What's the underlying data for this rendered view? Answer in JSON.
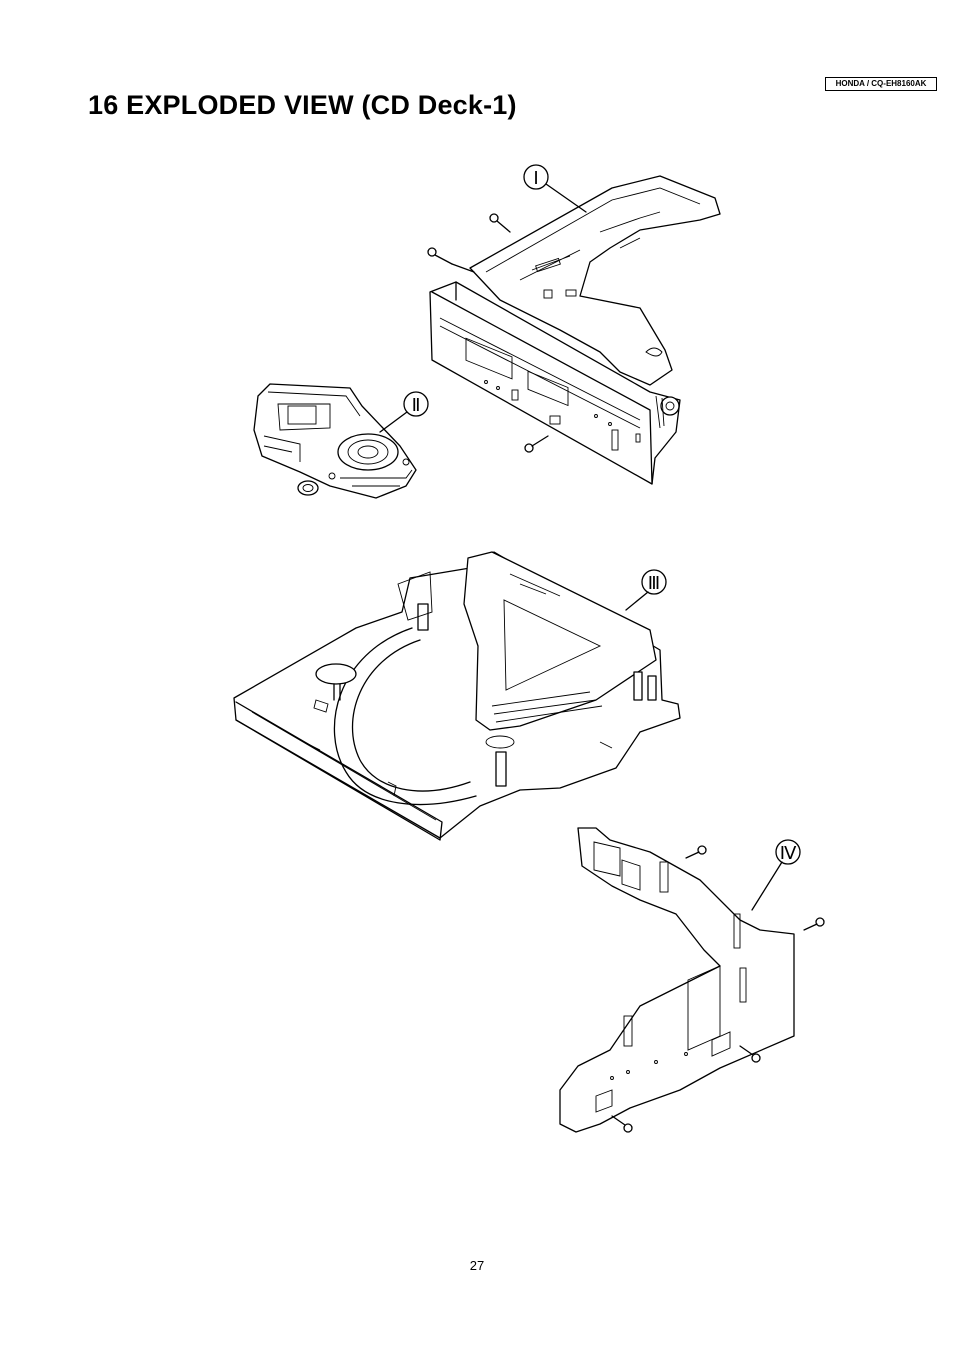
{
  "header": {
    "model_tag": "HONDA / CQ-EH8160AK",
    "title": "16 EXPLODED VIEW (CD Deck-1)"
  },
  "diagram": {
    "callouts": [
      {
        "id": "I",
        "label": "Ⅰ"
      },
      {
        "id": "II",
        "label": "Ⅱ"
      },
      {
        "id": "III",
        "label": "Ⅲ"
      },
      {
        "id": "IV",
        "label": "Ⅳ"
      }
    ]
  },
  "footer": {
    "page_number": "27"
  }
}
